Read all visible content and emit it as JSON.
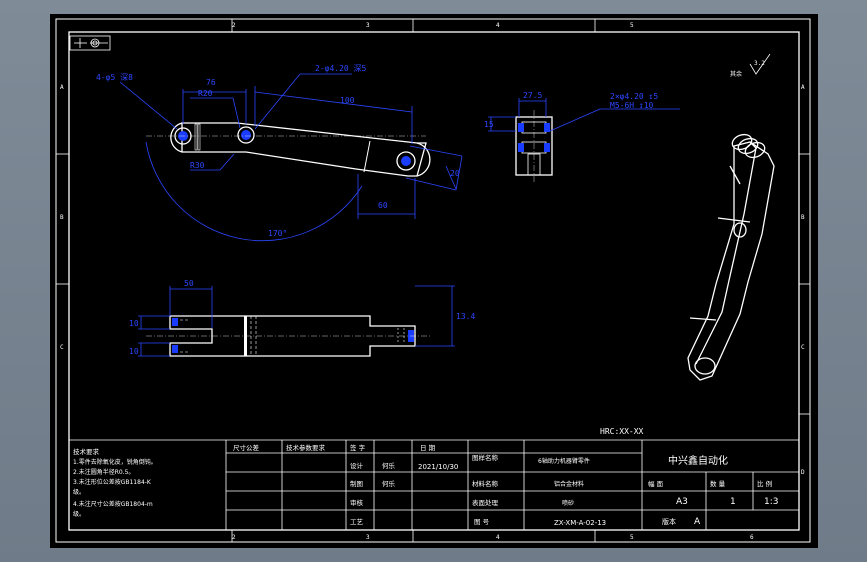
{
  "frame": {
    "top_zones": [
      "2",
      "3",
      "4",
      "5"
    ],
    "bottom_zones": [
      "2",
      "3",
      "4",
      "5",
      "6"
    ],
    "left_zones": [
      "A",
      "B",
      "C"
    ],
    "right_zones": [
      "A",
      "B",
      "C",
      "D"
    ]
  },
  "roughness": {
    "label": "其余",
    "value": "3.2"
  },
  "top_view": {
    "hole_callout": "4-φ5 深8",
    "pin_callout": "2-φ4.20 深5",
    "dim_76": "76",
    "dim_r20": "R20",
    "dim_100": "100",
    "dim_r30": "R30",
    "dim_170": "170°",
    "dim_20": "20",
    "dim_60": "60"
  },
  "side_view": {
    "dim_27": "27.5",
    "dim_15": "15",
    "callout_line1": "2×φ4.20 ↧5",
    "callout_line2": "M5-6H ↧10"
  },
  "front_view": {
    "dim_50": "50",
    "dim_10a": "10",
    "dim_10b": "10",
    "dim_13": "13.4"
  },
  "note_hrc": "HRC:XX-XX",
  "notes": {
    "title": "技术要求",
    "lines": [
      "1.零件去除氧化皮，锐角倒钝。",
      "2.未注圆角半径R0.5。",
      "3.未注形位公差按GB1184-K",
      "  级。",
      "4.未注尺寸公差按GB1804-m",
      "  级。"
    ]
  },
  "title_block": {
    "col_headers": [
      "尺寸公差",
      "技术参数要求",
      "签 字",
      "日 期"
    ],
    "design_label": "设计",
    "design_name": "何乐",
    "design_date": "2021/10/30",
    "drafter_label": "制图",
    "drafter_name": "何乐",
    "review_label": "审核",
    "process_label": "工艺",
    "project_label": "图样名称",
    "project_value": "6轴助力机器臂零件",
    "material_label": "材料名称",
    "material_value": "铝合金材料",
    "treatment_label": "表面处理",
    "treatment_value": "喷砂",
    "drawing_no_label": "图 号",
    "drawing_no": "ZX-XM-A-02-13",
    "company": "中兴鑫自动化",
    "size_label": "幅 面",
    "size_value": "A3",
    "qty_label": "数 量",
    "qty_value": "1",
    "scale_label": "比 例",
    "scale_value": "1:3",
    "version_label": "版本",
    "version_value": "A"
  }
}
